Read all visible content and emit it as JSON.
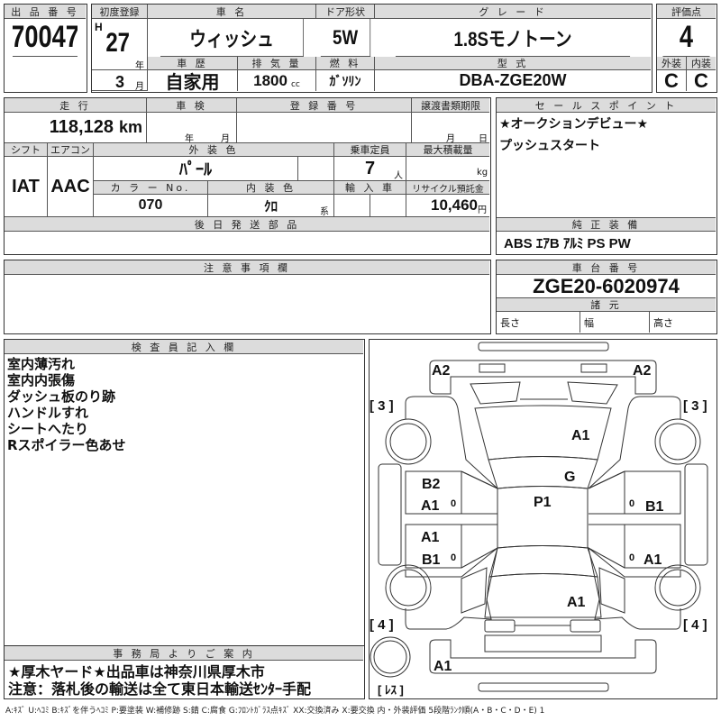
{
  "lot": {
    "label": "出 品 番 号",
    "value": "70047"
  },
  "first_reg": {
    "label": "初度登録",
    "era": "H",
    "year": "27",
    "year_unit": "年",
    "month": "3",
    "month_unit": "月"
  },
  "car_name": {
    "label": "車 名",
    "value": "ウィッシュ"
  },
  "door": {
    "label": "ドア形状",
    "value": "5W"
  },
  "grade": {
    "label": "グ レ ー ド",
    "value": "1.8Sモノトーン"
  },
  "score": {
    "label": "評価点",
    "value": "4",
    "ext_label": "外装",
    "ext_value": "C",
    "int_label": "内装",
    "int_value": "C"
  },
  "history": {
    "label": "車 歴",
    "value": "自家用"
  },
  "displacement": {
    "label": "排 気 量",
    "value": "1800",
    "unit": "cc"
  },
  "fuel": {
    "label": "燃 料",
    "value": "ｶﾞｿﾘﾝ"
  },
  "model": {
    "label": "型 式",
    "value": "DBA-ZGE20W"
  },
  "mileage": {
    "label": "走 行",
    "value": "118,128",
    "unit": "km"
  },
  "inspection": {
    "label": "車 検",
    "year_unit": "年",
    "month_unit": "月"
  },
  "reg_number": {
    "label": "登 録 番 号"
  },
  "transfer_deadline": {
    "label": "譲渡書類期限",
    "month_unit": "月",
    "day_unit": "日"
  },
  "shift": {
    "label": "シフト",
    "value": "IAT"
  },
  "aircon": {
    "label": "エアコン",
    "value": "AAC"
  },
  "ext_color": {
    "label": "外 装 色",
    "value": "ﾊﾟｰﾙ"
  },
  "capacity": {
    "label": "乗車定員",
    "value": "7",
    "unit": "人"
  },
  "max_load": {
    "label": "最大積載量",
    "unit": "kg"
  },
  "color_no": {
    "label": "カ ラ ー No.",
    "value": "070"
  },
  "int_color": {
    "label": "内 装 色",
    "value": "ｸﾛ",
    "unit": "系"
  },
  "import": {
    "label": "輸 入 車"
  },
  "recycle": {
    "label": "リサイクル預託金",
    "value": "10,460",
    "unit": "円"
  },
  "later_parts": {
    "label": "後 日 発 送 部 品"
  },
  "sales_points": {
    "label": "セ ー ル ス ポ イ ン ト",
    "lines": [
      "★オークションデビュー★",
      "プッシュスタート"
    ]
  },
  "equipment": {
    "label": "純 正 装 備",
    "value": "ABS ｴｱB ｱﾙﾐ PS PW"
  },
  "notes": {
    "label": "注 意 事 項 欄"
  },
  "chassis": {
    "label": "車 台 番 号",
    "value": "ZGE20-6020974"
  },
  "specs": {
    "label": "諸 元",
    "length": "長さ",
    "width": "幅",
    "height": "高さ"
  },
  "inspector": {
    "label": "検 査 員 記 入 欄",
    "lines": [
      "室内薄汚れ",
      "室内内張傷",
      "ダッシュ板のり跡",
      "ハンドルすれ",
      "シートへたり",
      "Rスポイラー色あせ"
    ]
  },
  "office": {
    "label": "事 務 局 よ り ご 案 内",
    "lines": [
      "★厚木ヤード★出品車は神奈川県厚木市",
      "注意：落札後の輸送は全て東日本輸送ｾﾝﾀｰ手配"
    ]
  },
  "diagram": {
    "marks": {
      "front_bumper_left": "A2",
      "front_bumper_right": "A2",
      "hood": "A1",
      "windshield": "G",
      "roof": "P1",
      "left_front_door_1": "B2",
      "left_front_door_2": "A1",
      "left_rear_door_1": "A1",
      "left_rear_door_2": "B1",
      "right_front_door": "B1",
      "right_rear_door": "A1",
      "rear_gate": "A1",
      "rear_bumper": "A1",
      "zero_lf": "0",
      "zero_rf": "0",
      "zero_lr": "0",
      "zero_rr": "0"
    },
    "tires": {
      "front_left": "[ 3 ]",
      "front_right": "[ 3 ]",
      "rear_left": "[ 4 ]",
      "rear_right": "[ 4 ]",
      "spare": "[ ﾚｽ ]"
    }
  },
  "legend": "A:ｷｽﾞ  U:ﾍｺﾐ  B:ｷｽﾞを伴うﾍｺﾐ  P:要塗装  W:補修跡  S:錆  C:腐食  G:ﾌﾛﾝﾄｶﾞﾗｽ点ｷｽﾞ  XX:交換済み  X:要交換   内・外装評価  5段階ﾗﾝｸ順(A・B・C・D・E) 1"
}
